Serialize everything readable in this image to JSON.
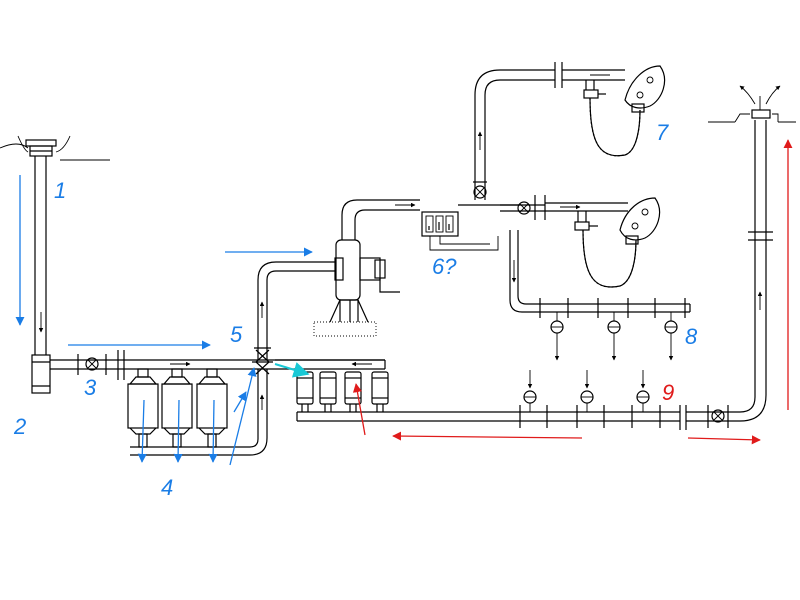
{
  "labels": [
    {
      "id": "1",
      "text": "1",
      "color": "#1a7de6"
    },
    {
      "id": "2",
      "text": "2",
      "color": "#1a7de6"
    },
    {
      "id": "3",
      "text": "3",
      "color": "#1a7de6"
    },
    {
      "id": "4",
      "text": "4",
      "color": "#1a7de6"
    },
    {
      "id": "5",
      "text": "5",
      "color": "#1a7de6"
    },
    {
      "id": "6",
      "text": "6?",
      "color": "#1a7de6"
    },
    {
      "id": "7",
      "text": "7",
      "color": "#1a7de6"
    },
    {
      "id": "8",
      "text": "8",
      "color": "#1a7de6"
    },
    {
      "id": "9",
      "text": "9",
      "color": "#e01b1b"
    }
  ],
  "colors": {
    "pipe": "#000000",
    "annotation_blue": "#1a7de6",
    "annotation_red": "#e01b1b",
    "annotation_cyan": "#19c9d6"
  }
}
